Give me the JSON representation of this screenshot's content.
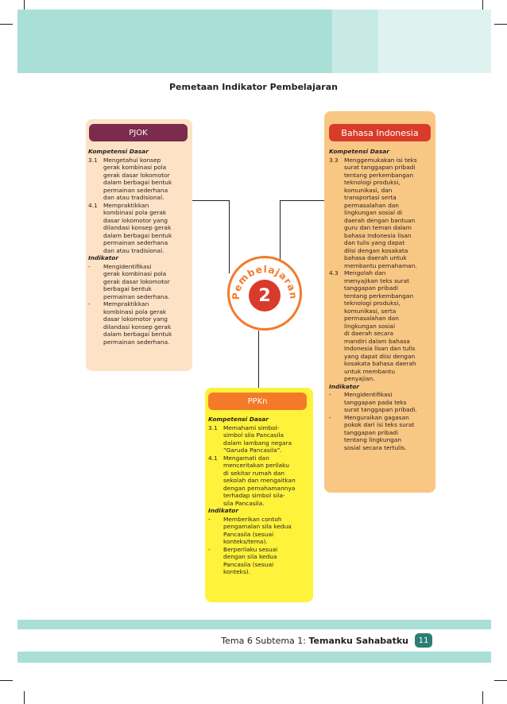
{
  "page_title": "Pemetaan Indikator Pembelajaran",
  "center": {
    "label": "Pembelajaran",
    "number": "2"
  },
  "pjok": {
    "title": "PJOK",
    "kd_heading": "Kompetensi Dasar",
    "kd": [
      {
        "num": "3.1",
        "lines": [
          "Mengetahui konsep",
          "gerak kombinasi pola",
          "gerak dasar lokomotor",
          "dalam berbagai bentuk",
          "permainan sederhana",
          "dan atau tradisional."
        ]
      },
      {
        "num": "4.1",
        "lines": [
          "Mempraktikkan",
          "kombinasi pola gerak",
          "dasar lokomotor yang",
          "dilandasi konsep gerak",
          "dalam berbagai bentuk",
          "permainan sederhana",
          "dan atau tradisional."
        ]
      }
    ],
    "ind_heading": "Indikator",
    "indikator": [
      {
        "num": "-",
        "lines": [
          "Mengidentifikasi",
          "gerak kombinasi pola",
          "gerak dasar lokomotor",
          "berbagai bentuk",
          "permainan sederhana."
        ]
      },
      {
        "num": "-",
        "lines": [
          "Mempraktikkan",
          "kombinasi pola gerak",
          "dasar lokomotor yang",
          "dilandasi konsep gerak",
          "dalam berbagai bentuk",
          "permainan sederhana."
        ]
      }
    ]
  },
  "bahasa_indonesia": {
    "title": "Bahasa Indonesia",
    "kd_heading": "Kompetensi Dasar",
    "kd": [
      {
        "num": "3.3",
        "lines": [
          "Menggemukakan isi teks",
          "surat tanggapan pribadi",
          "tentang perkembangan",
          "teknologi produksi,",
          "komunikasi, dan",
          "transportasi serta",
          "permasalahan dan",
          "lingkungan sosial di",
          "daerah dengan bantuan",
          "guru dan teman dalam",
          "bahasa Indonesia lisan",
          "dan tulis yang dapat",
          "diisi dengan kosakata",
          "bahasa daerah untuk",
          "membantu pemahaman."
        ]
      },
      {
        "num": "4.3",
        "lines": [
          "Mengolah dan",
          "menyajikan teks surat",
          "tanggapan pribadi",
          "tentang perkembangan",
          "teknologi produksi,",
          "komunikasi, serta",
          "permasalahan dan",
          "lingkungan sosial",
          "di daerah secara",
          "mandiri dalam  bahasa",
          "Indonesia lisan dan tulis",
          "yang dapat diisi dengan",
          "kosakata bahasa daerah",
          "untuk membantu",
          "penyajian."
        ]
      }
    ],
    "ind_heading": "Indikator",
    "indikator": [
      {
        "num": "-",
        "lines": [
          "Mengidentifikasi",
          "tanggapan pada teks",
          "surat tanggapan pribadi."
        ]
      },
      {
        "num": "-",
        "lines": [
          "Menguraikan gagasan",
          "pokok dari isi teks surat",
          "tanggapan pribadi",
          "tentang lingkungan",
          "sosial secara tertulis."
        ]
      }
    ]
  },
  "ppkn": {
    "title": "PPKn",
    "kd_heading": "Kompetensi Dasar",
    "kd": [
      {
        "num": "3.1",
        "lines": [
          "Memahami simbol-",
          "simbol sila Pancasila",
          "dalam lambang negara",
          "“Garuda Pancasila”."
        ]
      },
      {
        "num": "4.1",
        "lines": [
          "Mengamati dan",
          "menceritakan perilaku",
          "di sekitar rumah dan",
          "sekolah dan mengaitkan",
          "dengan pemahamannya",
          "terhadap simbol sila-",
          "sila Pancasila."
        ]
      }
    ],
    "ind_heading": "Indikator",
    "indikator": [
      {
        "num": "-",
        "lines": [
          "Memberikan contoh",
          "pengamalan sila kedua",
          "Pancasila (sesuai",
          "konteks/tema)."
        ]
      },
      {
        "num": "-",
        "lines": [
          "Berperilaku sesuai",
          "dengan sila kedua",
          "Pancasila (sesuai",
          "konteks)."
        ]
      }
    ]
  },
  "footer": {
    "text": "Tema 6 Subtema 1: ",
    "bold_text": "Temanku Sahabatku",
    "page_number": "11"
  },
  "colors": {
    "header": "#a9dfd6",
    "pjok_tab": "#7b2c4d",
    "bi_tab": "#d93b2b",
    "ppkn_tab": "#f47a2a",
    "page_badge": "#2b7e75"
  }
}
